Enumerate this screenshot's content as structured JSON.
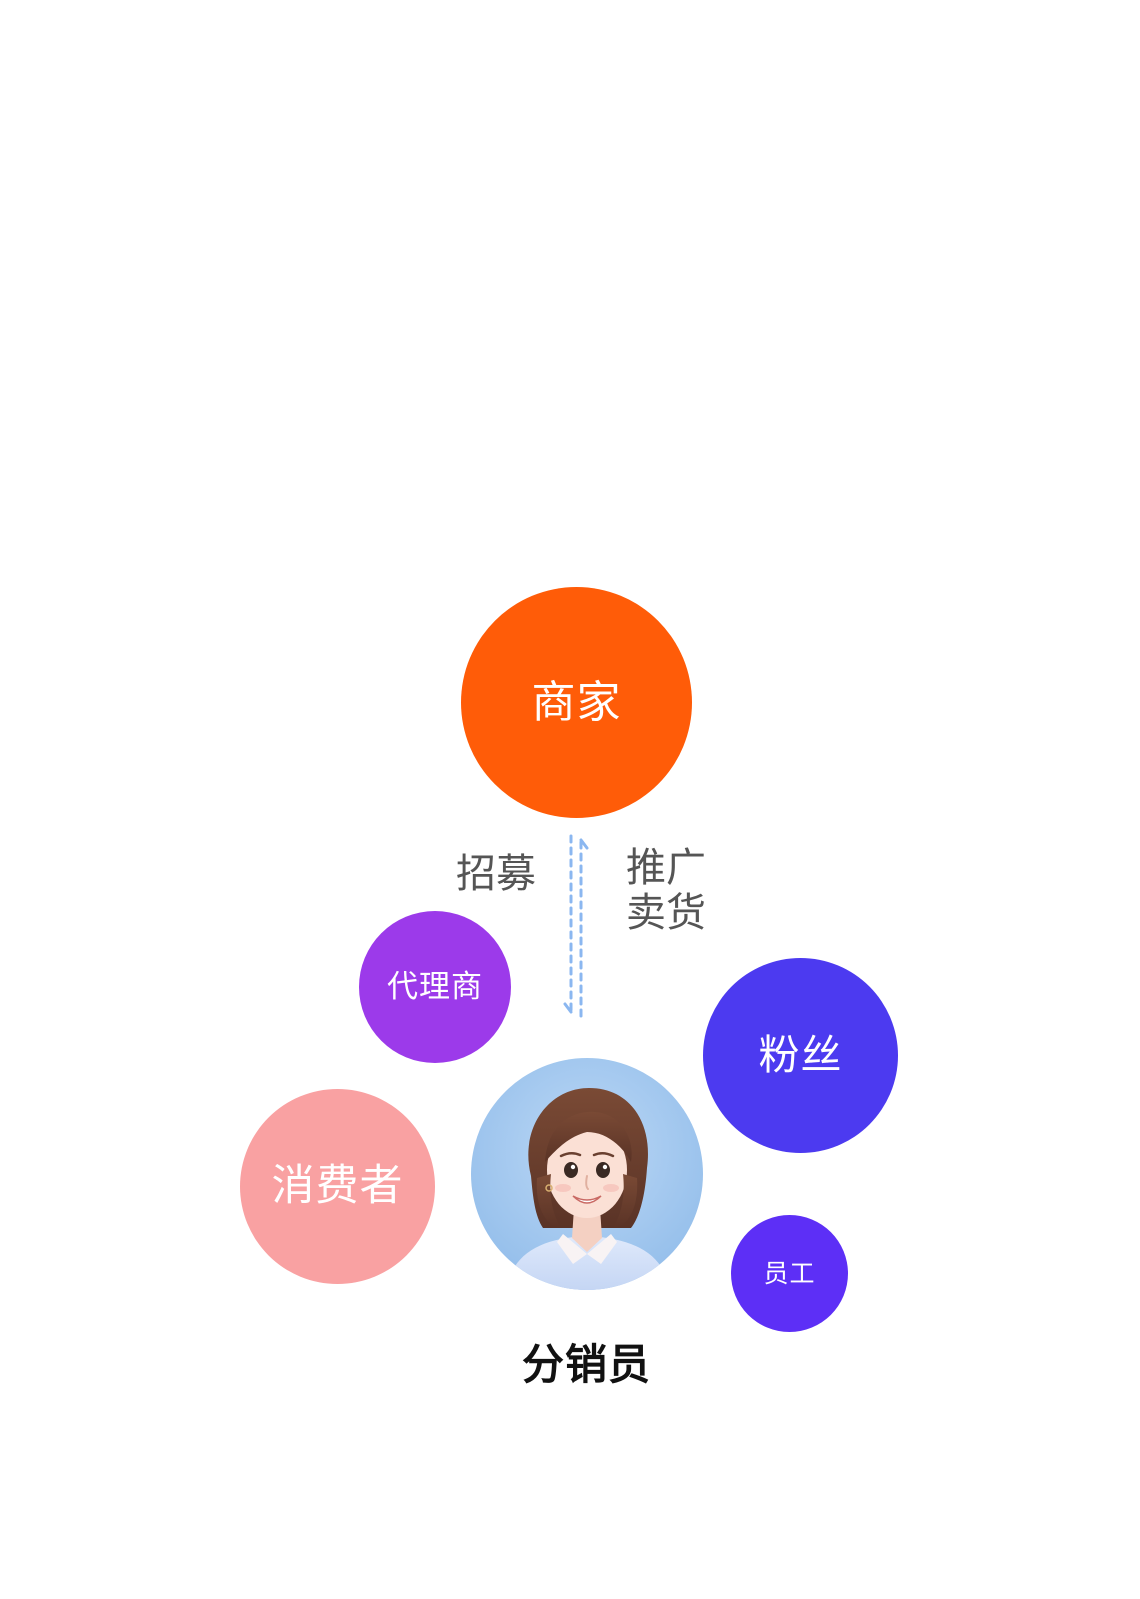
{
  "nodes": {
    "merchant": {
      "label": "商家",
      "color": "#ff5c08"
    },
    "agent": {
      "label": "代理商",
      "color": "#9c3aea"
    },
    "fans": {
      "label": "粉丝",
      "color": "#4c3af0"
    },
    "consumer": {
      "label": "消费者",
      "color": "#f9a1a2"
    },
    "staff": {
      "label": "员工",
      "color": "#5d2ff6"
    }
  },
  "relations": {
    "recruit": "招募",
    "promote_line1": "推广",
    "promote_line2": "卖货"
  },
  "center": {
    "label": "分销员",
    "avatar_icon": "woman-avatar-icon"
  },
  "arrow_color": "#8bb7f0"
}
